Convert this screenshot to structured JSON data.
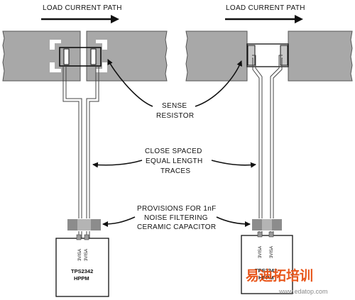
{
  "labels": {
    "load_path_left": "LOAD CURRENT PATH",
    "load_path_right": "LOAD CURRENT PATH",
    "sense_line1": "SENSE",
    "sense_line2": "RESISTOR",
    "traces_line1": "CLOSE SPACED",
    "traces_line2": "EQUAL LENGTH",
    "traces_line3": "TRACES",
    "cap_line1": "PROVISIONS FOR 1nF",
    "cap_line2": "NOISE FILTERING",
    "cap_line3": "CERAMIC CAPACITOR"
  },
  "chips": [
    {
      "pin1": "3VISA",
      "pin2": "3VISA",
      "name": "TPS2342",
      "mode": "HPPM"
    },
    {
      "pin1": "3VISA",
      "pin2": "3VISA",
      "name": "TPS2342",
      "mode": "HPPM"
    }
  ],
  "watermark": {
    "logo": "易迪拓培训",
    "url": "www.edatop.com"
  },
  "colors": {
    "pad_fill": "#a8a8a8",
    "line": "#222222",
    "watermark": "#e8571c"
  }
}
